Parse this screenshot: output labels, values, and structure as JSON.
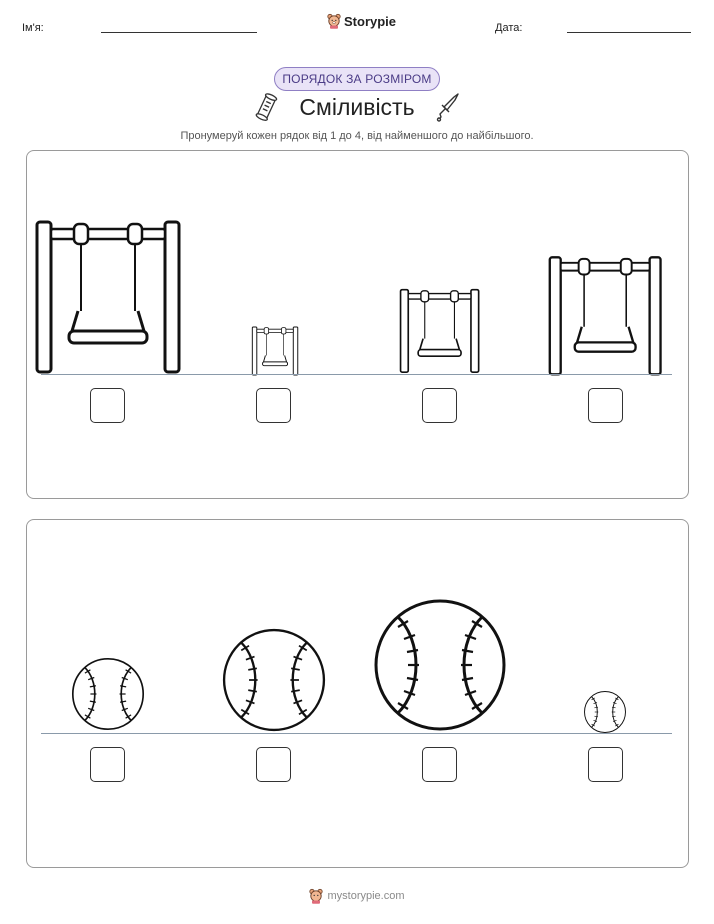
{
  "header": {
    "name_label": "Ім'я:",
    "date_label": "Дата:",
    "logo_text": "Storypie"
  },
  "badge": "ПОРЯДОК ЗА РОЗМІРОМ",
  "title": "Сміливість",
  "instruction": "Пронумеруй кожен рядок від 1 до 4, від найменшого до найбільшого.",
  "rows": [
    {
      "item": "swing-set",
      "relative_sizes": [
        1.0,
        0.32,
        0.55,
        0.78
      ],
      "answers": [
        "",
        "",
        "",
        ""
      ]
    },
    {
      "item": "baseball",
      "relative_sizes": [
        0.55,
        0.78,
        1.0,
        0.32
      ],
      "answers": [
        "",
        "",
        "",
        ""
      ]
    }
  ],
  "footer": {
    "text": "mystorypie.com"
  }
}
